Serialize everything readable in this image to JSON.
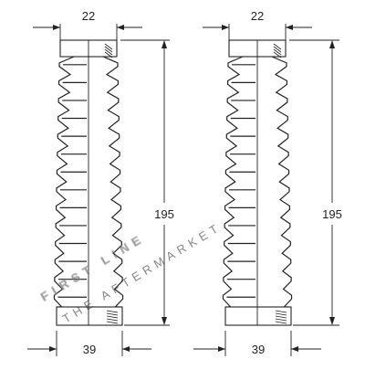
{
  "colors": {
    "line": "#222222",
    "background": "#ffffff",
    "watermark": "#bcbcbc"
  },
  "drawings": [
    {
      "top_diameter": "22",
      "bottom_diameter": "39",
      "length": "195"
    },
    {
      "top_diameter": "22",
      "bottom_diameter": "39",
      "length": "195"
    }
  ],
  "watermark": {
    "brand": "FIRST LINE",
    "tagline": "THE AFTERMARKET"
  }
}
